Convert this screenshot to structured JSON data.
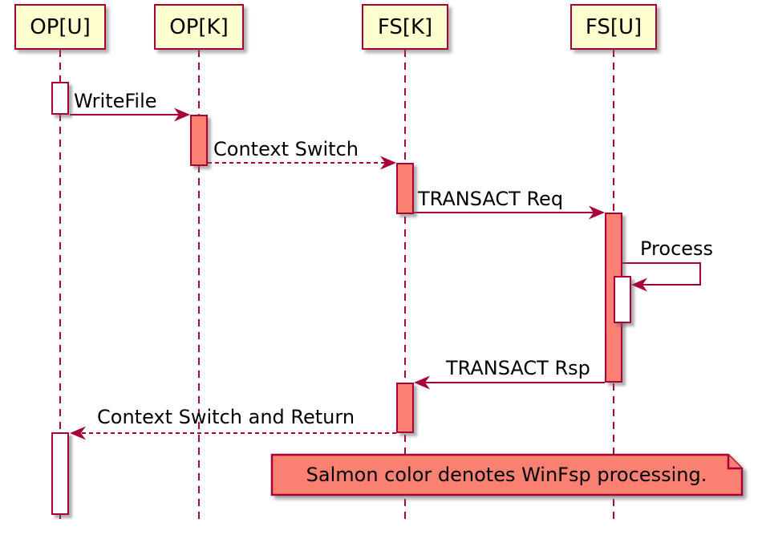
{
  "diagram": {
    "type": "sequence-diagram",
    "participants": [
      {
        "label": "OP[U]"
      },
      {
        "label": "OP[K]"
      },
      {
        "label": "FS[K]"
      },
      {
        "label": "FS[U]"
      }
    ],
    "messages": [
      {
        "label": "WriteFile",
        "from": "OP[U]",
        "to": "OP[K]",
        "line": "solid"
      },
      {
        "label": "Context Switch",
        "from": "OP[K]",
        "to": "FS[K]",
        "line": "dashed"
      },
      {
        "label": "TRANSACT Req",
        "from": "FS[K]",
        "to": "FS[U]",
        "line": "solid"
      },
      {
        "label": "Process",
        "from": "FS[U]",
        "to": "FS[U]",
        "line": "solid-self"
      },
      {
        "label": "TRANSACT Rsp",
        "from": "FS[U]",
        "to": "FS[K]",
        "line": "solid"
      },
      {
        "label": "Context Switch and Return",
        "from": "FS[K]",
        "to": "OP[U]",
        "line": "dashed"
      }
    ],
    "note": {
      "text": "Salmon color denotes WinFsp processing."
    },
    "colors": {
      "participant_fill": "#FEFECE",
      "line_and_border": "#A80036",
      "salmon": "#FA8072",
      "plain_activation": "#FFFFFF",
      "text": "#000000",
      "background": "#FFFFFF"
    }
  }
}
